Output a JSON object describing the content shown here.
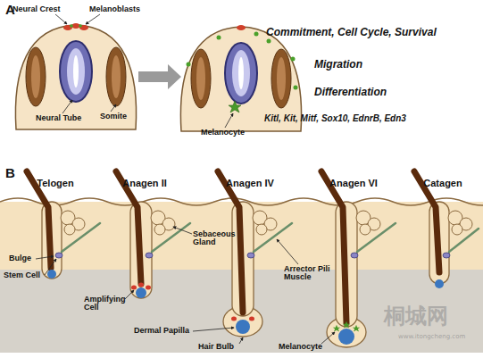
{
  "diagram": {
    "labels": [
      "A",
      "Neural Crest",
      "Melanoblasts",
      "Commitment, Cell Cycle, Survival",
      "Neural Tube",
      "Somite",
      "Migration",
      "Differentiation",
      "Melanocyte",
      "Kitl, Kit, Mitf, Sox10, EdnrB, Edn3",
      "B",
      "Telogen",
      "Anagen II",
      "Anagen IV",
      "Anagen VI",
      "Catagen",
      "Bulge",
      "Sebaceous Gland",
      "Stem Cell",
      "Amplifying Cell",
      "Arrector Pili Muscle",
      "Dermal Papilla",
      "Hair Bulb",
      "Melanocyte",
      "桐城网",
      "www.itongcheng.com"
    ]
  }
}
